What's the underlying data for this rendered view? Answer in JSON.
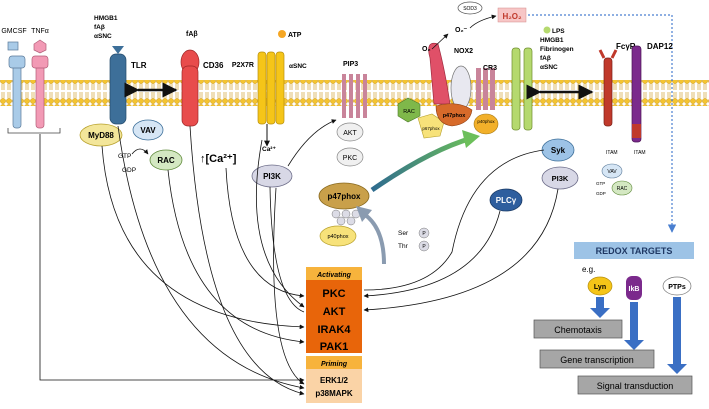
{
  "receptors": {
    "gmcsf": "GMCSF",
    "tnfa": "TNFα",
    "tlr": "TLR",
    "cd36": "CD36",
    "p2x7r": "P2X7R",
    "pip3": "PIP3",
    "nox2": "NOX2",
    "cr3": "CR3",
    "fcgr": "FcγR",
    "dap12": "DAP12"
  },
  "ligands": {
    "tlr": [
      "HMGB1",
      "fAβ",
      "αSNC"
    ],
    "cd36": "fAβ",
    "ca": "Ca²⁺",
    "atp": "ATP",
    "asnc": "αSNC",
    "cr3": [
      "LPS",
      "HMGB1",
      "Fibrinogen",
      "fAβ",
      "αSNC"
    ],
    "o2": "O₂",
    "superoxide": "O₂⁻",
    "sod3": "SOD3",
    "h2o2": "H₂O₂"
  },
  "signaling": {
    "myd88": "MyD88",
    "vav": "VAV",
    "rac": "RAC",
    "gtp": "GTP",
    "gdp": "GDP",
    "calcium": "↑[Ca²⁺]",
    "pi3k": "PI3K",
    "akt": "AKT",
    "pkc": "PKC",
    "syk": "Syk",
    "plcg": "PLCγ",
    "pi3k2": "PI3K",
    "itam": "ITAM",
    "vav2": "VAV",
    "rac2": "RAC",
    "gtp2": "GTP",
    "gdp2": "GDP"
  },
  "nox_complex": {
    "rac": "RAC",
    "p67": "p67phox",
    "p47": "p47phox",
    "p40": "p40phox"
  },
  "cytosolic": {
    "p47": "p47phox",
    "p40": "p40phox",
    "ser": "Ser",
    "thr": "Thr",
    "p": "P"
  },
  "activating_box": {
    "header": "Activating",
    "items": [
      "PKC",
      "AKT",
      "IRAK4",
      "PAK1"
    ]
  },
  "priming_box": {
    "header": "Priming",
    "items": [
      "ERK1/2",
      "p38MAPK"
    ]
  },
  "redox": {
    "title": "REDOX TARGETS",
    "eg": "e.g.",
    "targets": [
      "Lyn",
      "IkB",
      "PTPs"
    ],
    "outcomes": [
      "Chemotaxis",
      "Gene transcription",
      "Signal transduction"
    ]
  },
  "colors": {
    "membrane": "#f4c430",
    "activating": "#e8650a",
    "activating_header": "#f7b33c",
    "priming": "#fad3a6",
    "redox_header": "#9dc3e6",
    "outcome_box": "#a6a6a6",
    "target_arrow": "#3a6fc4"
  }
}
